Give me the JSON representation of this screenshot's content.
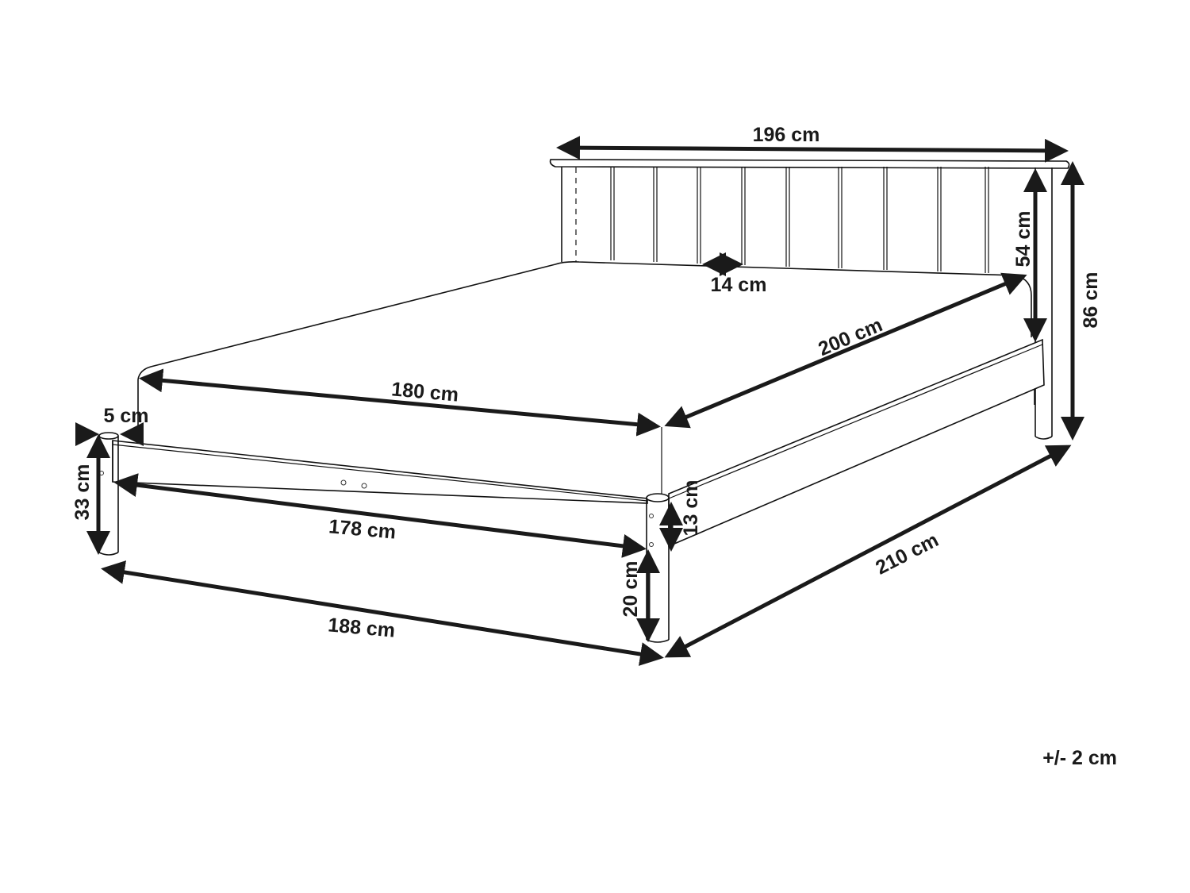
{
  "diagram": {
    "subject": "Bed frame dimension drawing",
    "line_color": "#111111",
    "background": "#ffffff"
  },
  "dimensions": {
    "headboard_width": "196 cm",
    "slat_gap": "14 cm",
    "headboard_panel_height": "54 cm",
    "total_height": "86 cm",
    "mattress_length": "200 cm",
    "mattress_width": "180 cm",
    "leg_diameter": "5 cm",
    "footboard_height": "33 cm",
    "inner_rail_width": "178 cm",
    "side_rail_height": "13 cm",
    "ground_clearance": "20 cm",
    "total_length": "210 cm",
    "total_width": "188 cm"
  },
  "tolerance": "+/- 2 cm"
}
